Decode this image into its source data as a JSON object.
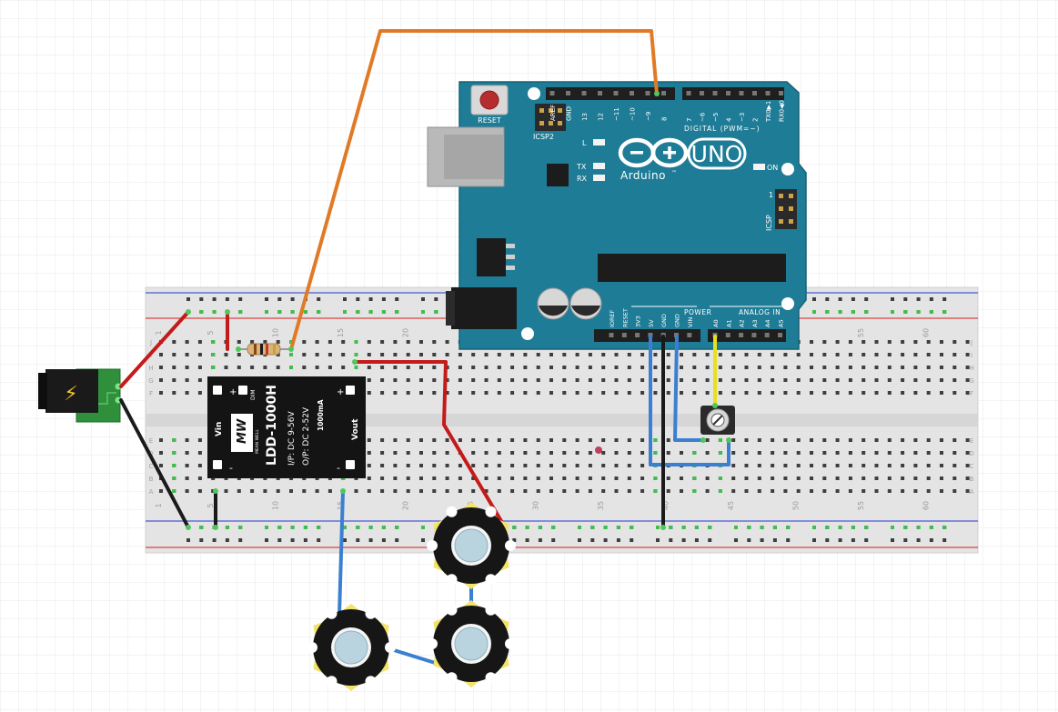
{
  "breadboard": {
    "column_numbers": [
      "1",
      "5",
      "10",
      "15",
      "20",
      "25",
      "30",
      "35",
      "40",
      "45",
      "50",
      "55",
      "60"
    ],
    "row_letters_top": [
      "J",
      "I",
      "H",
      "G",
      "F"
    ],
    "row_letters_bottom": [
      "E",
      "D",
      "C",
      "B",
      "A"
    ]
  },
  "arduino": {
    "reset_label": "RESET",
    "icsp2_label": "ICSP2",
    "icsp_label": "ICSP",
    "icsp_pin1_label": "1",
    "logo_text": "UNO",
    "brand_text": "Arduino",
    "trademark": "™",
    "led_l_label": "L",
    "led_tx_label": "TX",
    "led_rx_label": "RX",
    "led_on_label": "ON",
    "digital_label": "DIGITAL (PWM=~)",
    "power_label": "POWER",
    "analog_label": "ANALOG IN",
    "digital_pins_left": [
      "AREF",
      "GND",
      "13",
      "12",
      "~11",
      "~10",
      "~9",
      "8"
    ],
    "digital_pins_right": [
      "7",
      "~6",
      "~5",
      "4",
      "~3",
      "2",
      "TX0▶1",
      "RX0◀0"
    ],
    "power_pins": [
      "IOREF",
      "RESET",
      "3V3",
      "5V",
      "GND",
      "GND",
      "VIN"
    ],
    "analog_pins": [
      "A0",
      "A1",
      "A2",
      "A3",
      "A4",
      "A5"
    ]
  },
  "driver_module": {
    "brand": "MW",
    "brand_sub": "MEAN WELL",
    "model": "LDD-1000H",
    "input_spec": "I/P: DC 9-56V",
    "output_spec": "O/P: DC 2-52V",
    "current": "1000mA",
    "vin_label": "Vin",
    "vout_label": "Vout",
    "dim_label": "DIM",
    "plus": "+",
    "minus": "-"
  },
  "power_jack": {
    "symbol": "⚡"
  },
  "colors": {
    "wire_red": "#c41a1a",
    "wire_black": "#1a1a1a",
    "wire_blue": "#3b7fd1",
    "wire_orange": "#e07a26",
    "wire_yellow": "#e8e01e",
    "arduino_board": "#1e7c96",
    "breadboard": "#e6e6e6",
    "rail_red": "#d94444",
    "rail_blue": "#4a5bd4"
  }
}
